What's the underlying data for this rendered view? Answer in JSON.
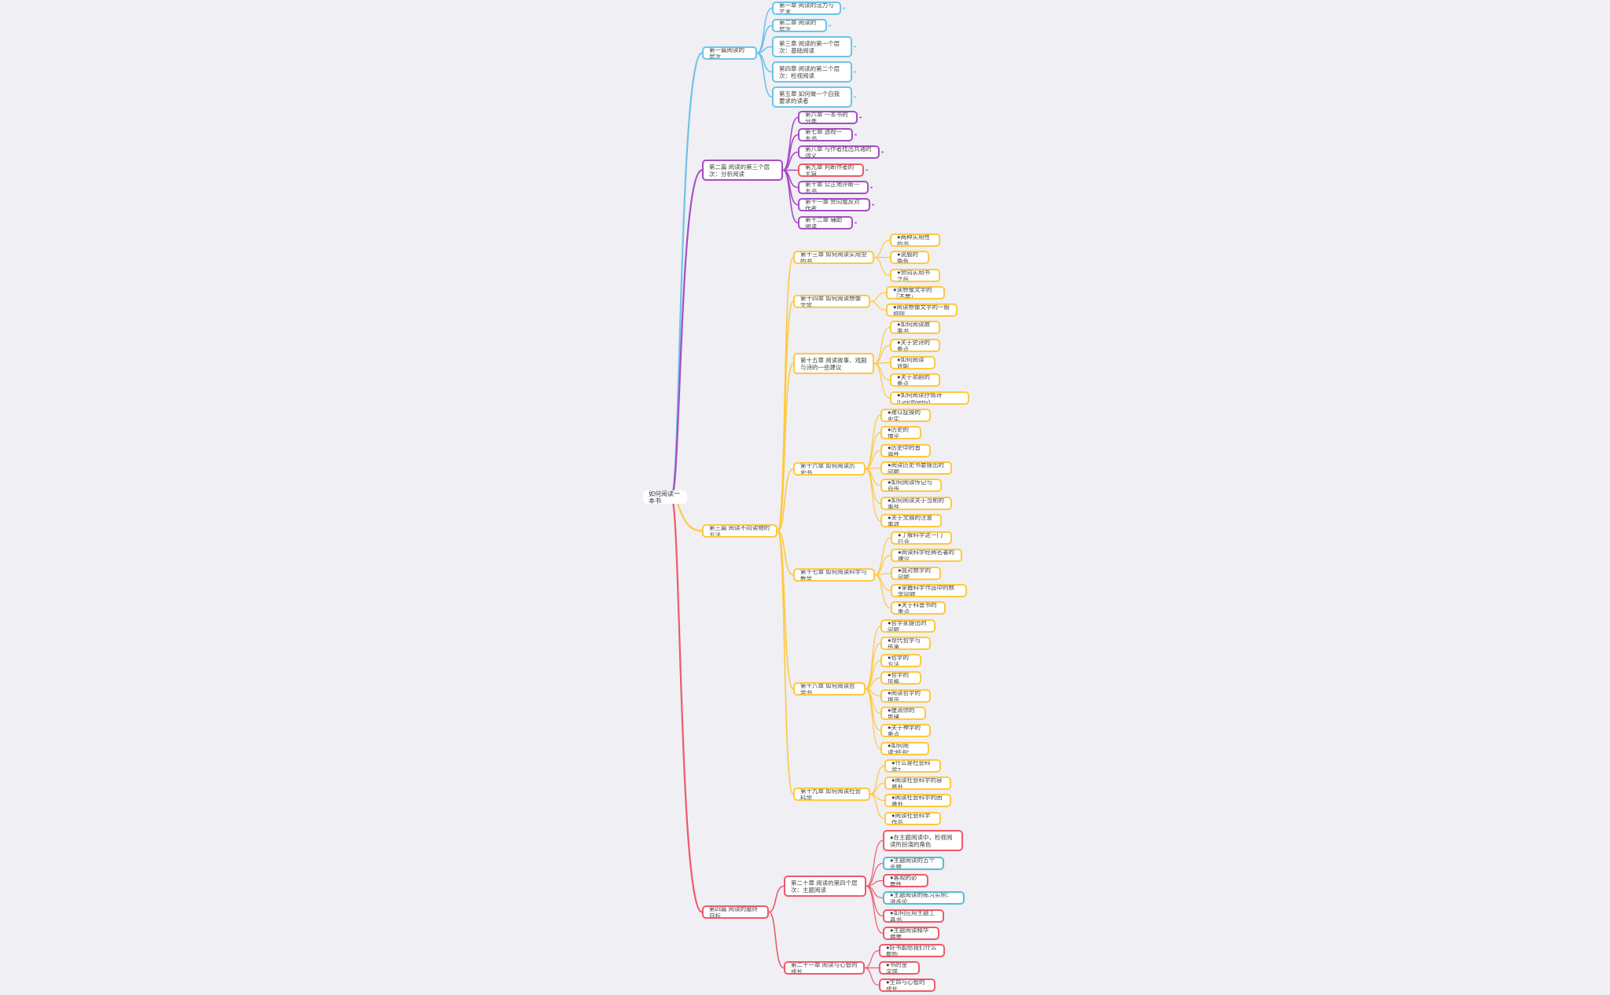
{
  "colors": {
    "blue": "#6ec3e8",
    "purple": "#a64dc2",
    "yellow": "#ffc93c",
    "red": "#ee5a6b",
    "cyan": "#52bfd1"
  },
  "mindmap": {
    "root": "如何阅读一本书",
    "parts": [
      {
        "label": "第一篇阅读的层次",
        "color": "blue",
        "chapters": [
          {
            "label": "第一章 阅读的活力与艺术",
            "items": []
          },
          {
            "label": "第二章 阅读的层次",
            "items": []
          },
          {
            "label": "第三章 阅读的第一个层次：基础阅读",
            "items": []
          },
          {
            "label": "第四章 阅读的第二个层次：检视阅读",
            "items": []
          },
          {
            "label": "第五章 如何做一个自我要求的读者",
            "items": []
          }
        ]
      },
      {
        "label": "第二篇 阅读的第三个层次：分析阅读",
        "color": "purple",
        "chapters": [
          {
            "label": "第六章 一本书的分类",
            "items": []
          },
          {
            "label": "第七章 透视一本书",
            "items": []
          },
          {
            "label": "第八章 与作者找出共通的词义",
            "items": []
          },
          {
            "label": "第九章 判断作者的主旨",
            "items": [],
            "color": "red"
          },
          {
            "label": "第十章 公正地评断一本书",
            "items": []
          },
          {
            "label": "第十一章 赞同或反对作者",
            "items": []
          },
          {
            "label": "第十二章 辅助阅读",
            "items": []
          }
        ]
      },
      {
        "label": "第三篇 阅读不同读物的方法",
        "color": "yellow",
        "chapters": [
          {
            "label": "第十三章 如何阅读实用型的书",
            "items": [
              "●两种实用性的书",
              "●说服的角色",
              "●赞同实用书之后"
            ]
          },
          {
            "label": "第十四章 如何阅读想像文学",
            "items": [
              "●读想像文学的「不要」",
              "●阅读想像文学的一般规则"
            ]
          },
          {
            "label": "第十五章 阅读故事、戏剧与诗的一些建议",
            "items": [
              "●如何阅读故事书",
              "●关于史诗的重点",
              "●如何阅读戏剧",
              "●关于悲剧的重点",
              "●如何阅读抒情诗(LyricPoetry)"
            ]
          },
          {
            "label": "第十六章 如何阅读历史书",
            "items": [
              "●难以捉摸的史实",
              "●历史的理论",
              "●历史中的普遍性",
              "●阅读历史书要提出的问题",
              "●如何阅读传记与自传",
              "●如何阅读关于当前的事件",
              "●关于文摘的注意事项"
            ]
          },
          {
            "label": "第十七章 如何阅读科学与数学",
            "items": [
              "●了解科学这一门行业",
              "●阅读科学经典名著的建议",
              "●面对数学的问题",
              "●掌握科学作品中的数学问题",
              "●关于科普书的重点"
            ]
          },
          {
            "label": "第十八章 如何阅读哲学书",
            "items": [
              "●哲学家提出的问题",
              "●现代哲学与传承",
              "●哲学的方法",
              "●哲学的风格",
              "●阅读哲学的提示",
              "●厘清你的思绪",
              "●关于神学的重点",
              "●如何阅读“经书”"
            ]
          },
          {
            "label": "第十九章 如何阅读社会科学",
            "items": [
              "●什么是社会科学?",
              "●阅读社会科学的容易处",
              "●阅读社会科学的困难处",
              "●阅读社会科学作品"
            ]
          }
        ]
      },
      {
        "label": "第四篇 阅读的最终目标",
        "color": "red",
        "chapters": [
          {
            "label": "第二十章 阅读的第四个层次：主题阅读",
            "items": [
              {
                "text": "●在主题阅读中，检视阅读所扮演的角色",
                "color": "red"
              },
              {
                "text": "●主题阅读的五个步骤",
                "color": "cyan"
              },
              {
                "text": "●客观的必要性",
                "color": "red"
              },
              {
                "text": "●主题阅读的练习实例：进步论",
                "color": "cyan"
              },
              {
                "text": "●如何应用主题工具书",
                "color": "red"
              },
              {
                "text": "●主题阅读精华摘要",
                "color": "red"
              }
            ]
          },
          {
            "label": "第二十一章 阅读与心智的成长",
            "items": [
              "●好书能给我们什么帮助",
              "●书的金字塔",
              "●生命与心智的成长"
            ]
          }
        ]
      }
    ]
  }
}
